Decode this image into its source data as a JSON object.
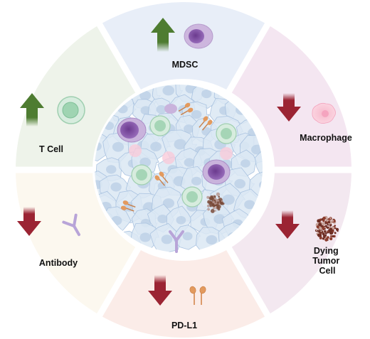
{
  "segments": [
    {
      "id": "mdsc",
      "label_lines": [
        "MDSC"
      ],
      "direction": "up",
      "fill": "#e8eef8",
      "cell_icon": "mdsc-cell-icon"
    },
    {
      "id": "macrophage",
      "label_lines": [
        "Macrophage"
      ],
      "direction": "down",
      "fill": "#f4e6f1",
      "cell_icon": "macrophage-cell-icon"
    },
    {
      "id": "dying-tumor-cell",
      "label_lines": [
        "Dying",
        "Tumor",
        "Cell"
      ],
      "direction": "down",
      "fill": "#f3e8f0",
      "cell_icon": "dying-tumor-cell-icon"
    },
    {
      "id": "pd-l1",
      "label_lines": [
        "PD-L1"
      ],
      "direction": "down",
      "fill": "#fbece8",
      "cell_icon": "pd-l1-icon"
    },
    {
      "id": "antibody",
      "label_lines": [
        "Antibody"
      ],
      "direction": "down",
      "fill": "#fcf8ef",
      "cell_icon": "antibody-icon"
    },
    {
      "id": "t-cell",
      "label_lines": [
        "T Cell"
      ],
      "direction": "up",
      "fill": "#eef3ea",
      "cell_icon": "t-cell-icon"
    }
  ],
  "colors": {
    "up_arrow": "#4e7c31",
    "down_arrow": "#9b2433",
    "ring_gap": "#ffffff",
    "tumor_cell": "#dbe7f3",
    "tumor_nucleus": "#bccfe6"
  }
}
